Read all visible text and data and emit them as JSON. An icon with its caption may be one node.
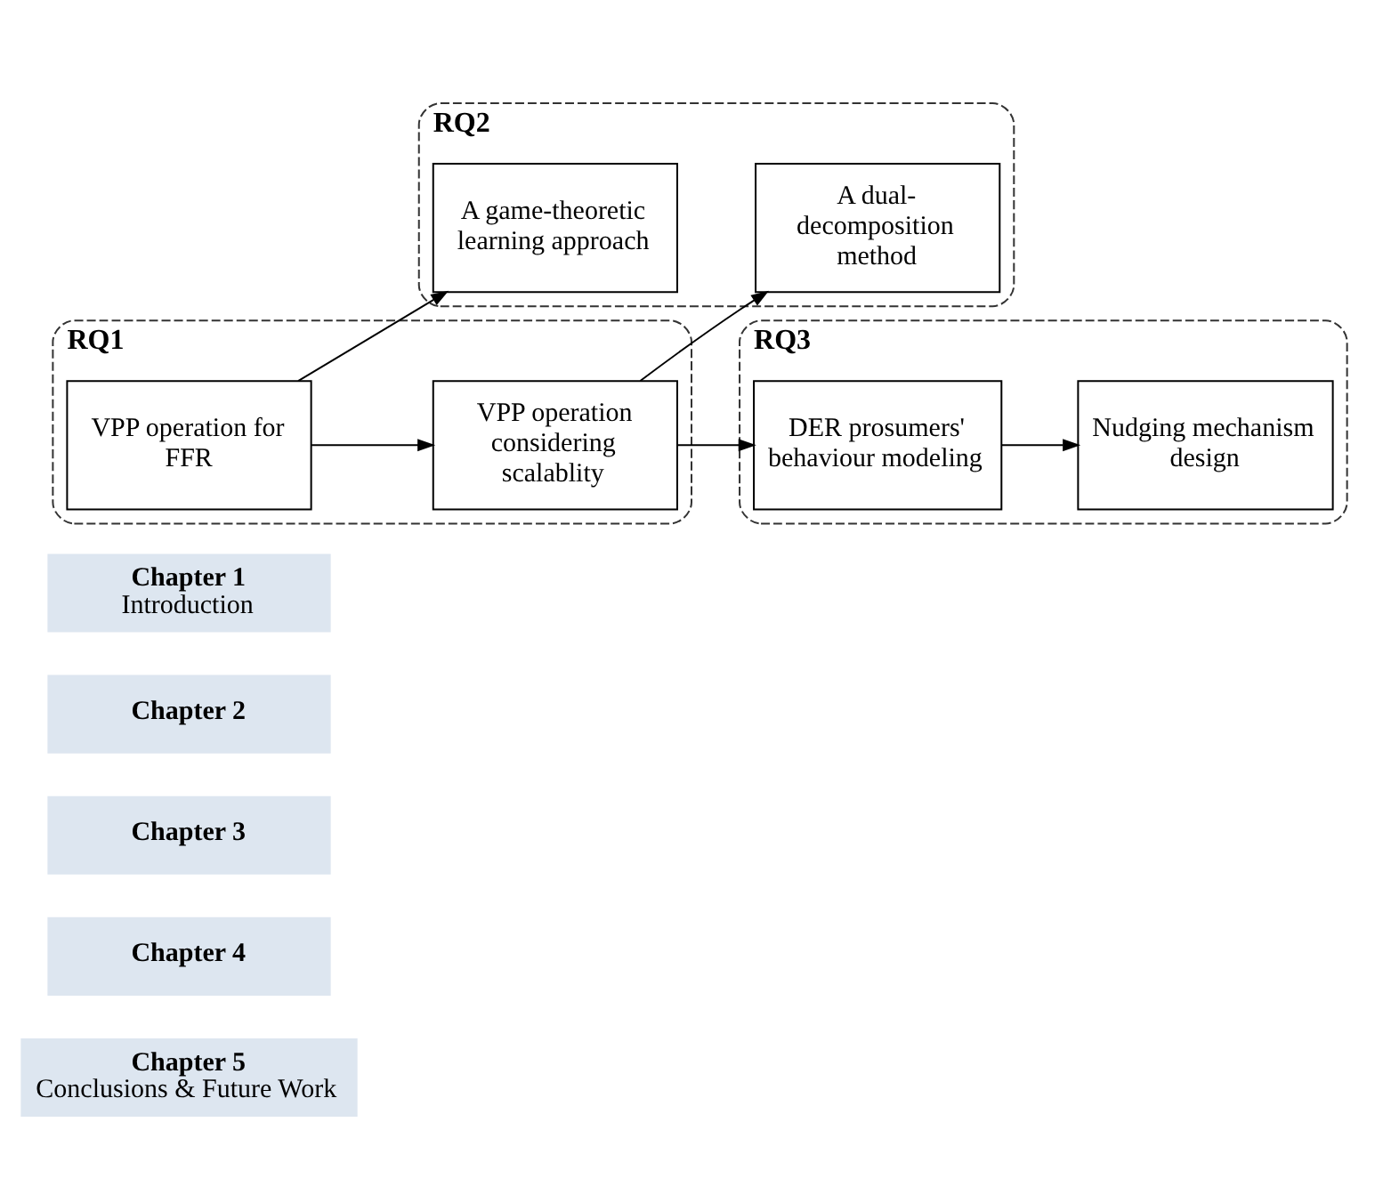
{
  "diagram": {
    "nodes": [
      {
        "text": [
          "Chapter 1",
          "Introduction"
        ]
      },
      {
        "text": [
          "Chapter 2"
        ]
      },
      {
        "text": [
          "Chapter 3"
        ]
      },
      {
        "text": [
          "Chapter 4"
        ]
      },
      {
        "text": [
          "Chapter 5",
          "Conclusions & Future Work"
        ]
      },
      {
        "text": [
          "RQ1"
        ]
      },
      {
        "text": [
          "VPP operation for FFR"
        ],
        "in": 5
      },
      {
        "text": [
          "VPP operation considering scalablity"
        ],
        "in": 5
      },
      {
        "text": [
          "RQ2"
        ]
      },
      {
        "text": [
          "A game-theoretic learning approach"
        ],
        "in": 8
      },
      {
        "text": [
          "A dual-decomposition method"
        ],
        "in": 8
      },
      {
        "text": [
          "RQ3"
        ]
      },
      {
        "text": [
          "DER prosumers' behaviour modeling"
        ],
        "in": 11
      },
      {
        "text": [
          "Nudging mechanism design"
        ],
        "in": 11
      }
    ],
    "edges": [
      {
        "from": 6,
        "to": 9,
        "arrow": "to"
      },
      {
        "from": 6,
        "to": 7,
        "arrow": "to"
      },
      {
        "from": 7,
        "to": 10,
        "arrow": "to"
      },
      {
        "from": 7,
        "to": 12,
        "arrow": "to"
      },
      {
        "from": 12,
        "to": 13,
        "arrow": "to"
      }
    ]
  }
}
